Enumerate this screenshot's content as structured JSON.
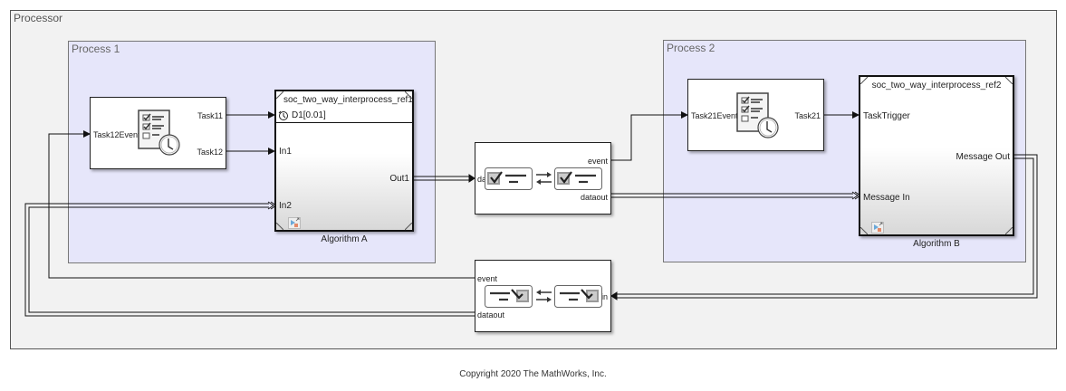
{
  "processor": {
    "label": "Processor"
  },
  "processes": [
    {
      "label": "Process 1"
    },
    {
      "label": "Process 2"
    }
  ],
  "task_manager_1": {
    "input": "Task12Event",
    "outputs": [
      "Task11",
      "Task12"
    ],
    "icon": "task-schedule-icon"
  },
  "task_manager_2": {
    "input": "Task21Event",
    "outputs": [
      "Task21"
    ],
    "icon": "task-schedule-icon"
  },
  "algorithm_a": {
    "reference": "soc_two_way_interprocess_ref1",
    "trigger": "D1[0.01]",
    "inputs": [
      "In1",
      "In2"
    ],
    "outputs": [
      "Out1"
    ],
    "caption": "Algorithm A",
    "icons": [
      "timer-icon",
      "model-reference-icon"
    ]
  },
  "algorithm_b": {
    "reference": "soc_two_way_interprocess_ref2",
    "inputs": [
      "TaskTrigger",
      "Message In"
    ],
    "outputs": [
      "Message Out"
    ],
    "caption": "Algorithm B",
    "icons": [
      "model-reference-icon"
    ]
  },
  "ipc_channel_1": {
    "inputs": [
      "datain"
    ],
    "outputs": [
      "event",
      "dataout"
    ],
    "icon": "ipc-channel-icon"
  },
  "ipc_channel_2": {
    "inputs": [
      "datain"
    ],
    "outputs": [
      "event",
      "dataout"
    ],
    "icon": "ipc-channel-icon"
  },
  "footer": {
    "copyright": "Copyright 2020 The MathWorks, Inc."
  }
}
